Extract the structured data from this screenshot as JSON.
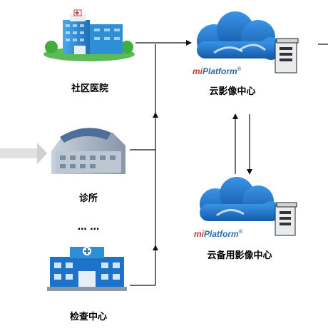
{
  "nodes": {
    "hospital": {
      "label": "社区医院",
      "icon": "hospital-building-icon"
    },
    "clinic": {
      "label": "诊所",
      "icon": "clinic-building-icon"
    },
    "ellipsis": {
      "label": "… …"
    },
    "exam_center": {
      "label": "检查中心",
      "icon": "exam-center-building-icon"
    },
    "cloud_primary": {
      "label": "云影像中心",
      "icon": "cloud-server-icon",
      "brand": {
        "first": "mi",
        "rest": "Platform",
        "mark": "®"
      }
    },
    "cloud_backup": {
      "label": "云备用影像中心",
      "icon": "cloud-server-icon",
      "brand": {
        "first": "mi",
        "rest": "Platform",
        "mark": "®"
      }
    }
  },
  "colors": {
    "cloud": "#1f78d1",
    "cloud_dark": "#1559a8",
    "brand_red": "#c0392b",
    "brand_blue": "#2b6cb0",
    "hospital_glass": "#2f8fd6",
    "clinic_grey": "#a9b4c2",
    "exam_blue": "#1e73c8",
    "tree_green": "#3fae3a",
    "line": "#111111",
    "feed_arrow": "#c8c8c8"
  }
}
